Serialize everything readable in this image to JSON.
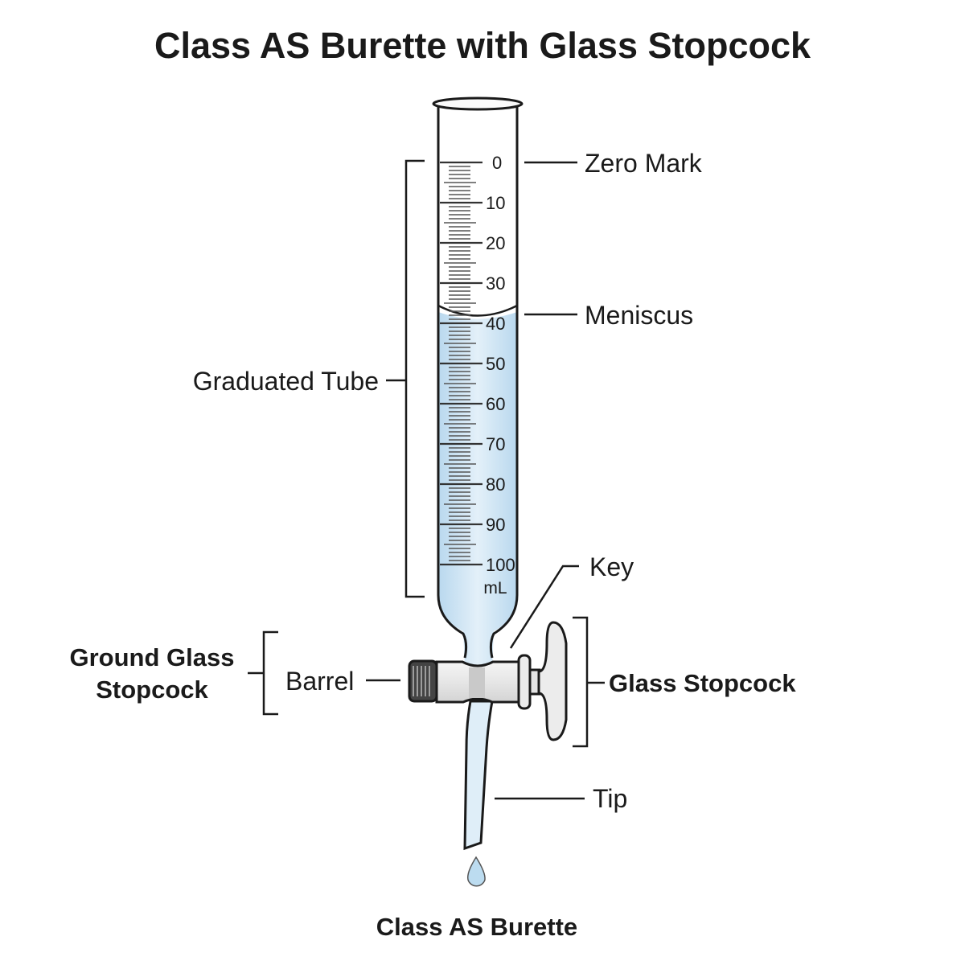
{
  "title": "Class AS Burette with Glass Stopcock",
  "footer": "Class AS Burette",
  "scale": {
    "labels": [
      "0",
      "10",
      "20",
      "30",
      "40",
      "50",
      "60",
      "70",
      "80",
      "90",
      "100"
    ],
    "unit": "mL",
    "max": 100,
    "liquid_level": 40
  },
  "callouts": {
    "zero_mark": "Zero Mark",
    "meniscus": "Meniscus",
    "graduated_tube": "Graduated Tube",
    "key": "Key",
    "barrel": "Barrel",
    "ground_glass_line1": "Ground Glass",
    "ground_glass_line2": "Stopcock",
    "glass_stopcock": "Glass Stopcock",
    "tip": "Tip"
  },
  "colors": {
    "liquid": "#cfe5f3",
    "outline": "#1a1a1a",
    "glass": "#ebebeb"
  }
}
